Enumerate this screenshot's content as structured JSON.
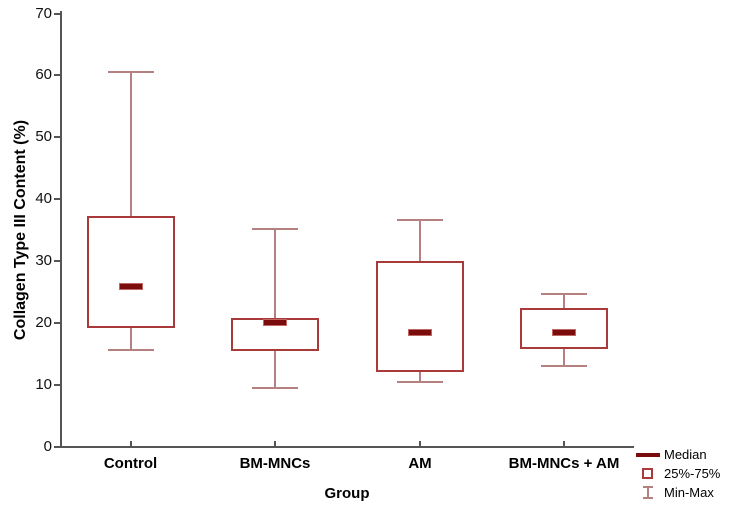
{
  "chart_data": {
    "type": "box",
    "title": "",
    "xlabel": "Group",
    "ylabel": "Collagen Type III Content (%)",
    "ylim": [
      0,
      70
    ],
    "y_ticks": [
      0,
      10,
      20,
      30,
      40,
      50,
      60,
      70
    ],
    "grid": false,
    "legend_position": "bottom-right",
    "categories": [
      "Control",
      "BM-MNCs",
      "AM",
      "BM-MNCs + AM"
    ],
    "series": [
      {
        "name": "Control",
        "min": 15.6,
        "q1": 19.1,
        "median": 25.8,
        "q3": 37.3,
        "max": 60.6
      },
      {
        "name": "BM-MNCs",
        "min": 9.4,
        "q1": 15.4,
        "median": 20.0,
        "q3": 20.8,
        "max": 35.2
      },
      {
        "name": "AM",
        "min": 10.5,
        "q1": 12.0,
        "median": 18.5,
        "q3": 30.0,
        "max": 36.6
      },
      {
        "name": "BM-MNCs + AM",
        "min": 13.0,
        "q1": 15.8,
        "median": 18.4,
        "q3": 22.4,
        "max": 24.6
      }
    ]
  },
  "legend": {
    "items": [
      {
        "icon": "median-line-icon",
        "label": "Median"
      },
      {
        "icon": "box-icon",
        "label": "25%-75%"
      },
      {
        "icon": "whisker-icon",
        "label": "Min-Max"
      }
    ]
  },
  "colors": {
    "median": "#7a0c0c",
    "median_border": "#c06868",
    "box_border": "#a83a3a",
    "whisker": "#b58080",
    "axis": "#555555",
    "text": "#000000",
    "background": "#ffffff"
  }
}
